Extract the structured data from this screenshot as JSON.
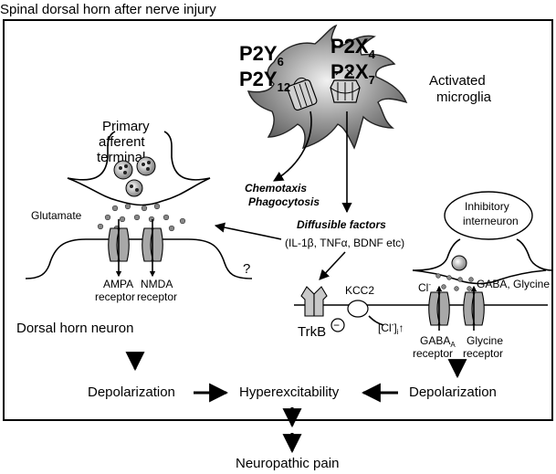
{
  "title": "Spinal dorsal horn after nerve injury",
  "microglia": {
    "receptors_left": {
      "line1_base": "P2Y",
      "line1_sub": "6",
      "line2_base": "P2Y",
      "line2_sub": "12"
    },
    "receptors_right": {
      "line1_base": "P2X",
      "line1_sub": "4",
      "line2_base": "P2X",
      "line2_sub": "7"
    },
    "label_line1": "Activated",
    "label_line2": "microglia"
  },
  "chemotaxis": {
    "line1": "Chemotaxis",
    "line2": "Phagocytosis"
  },
  "diffusible": {
    "title": "Diffusible factors",
    "list": "(IL-1β, TNFα, BDNF etc)"
  },
  "primary_afferent": {
    "line1": "Primary",
    "line2": "afferent",
    "line3": "terminal"
  },
  "glutamate": "Glutamate",
  "question_mark": "?",
  "ampa": {
    "line1": "AMPA",
    "line2": "receptor"
  },
  "nmda": {
    "line1": "NMDA",
    "line2": "receptor"
  },
  "dorsal_horn_neuron": "Dorsal horn neuron",
  "inhibitory": {
    "line1": "Inhibitory",
    "line2": "interneuron"
  },
  "gaba_glycine": "GABA, Glycine",
  "chloride": "Cl",
  "chloride_sup": "-",
  "kcc2": "KCC2",
  "trkb": "TrkB",
  "minus_sign": "−",
  "cl_conc": {
    "open": "[Cl",
    "sup": "-",
    "close": "]",
    "sub": "i",
    "arrow": "↑"
  },
  "gabaa": {
    "base": "GABA",
    "sub": "A",
    "line2": "receptor"
  },
  "glycine_receptor": {
    "line1": "Glycine",
    "line2": "receptor"
  },
  "depolarization_left": "Depolarization",
  "hyperexcitability": "Hyperexcitability",
  "depolarization_right": "Depolarization",
  "outcome": "Neuropathic pain",
  "colors": {
    "microglia_fill": "#8c8c8c",
    "receptor_fill": "#a8a8a8",
    "vesicle_fill": "#c4c4c4"
  }
}
